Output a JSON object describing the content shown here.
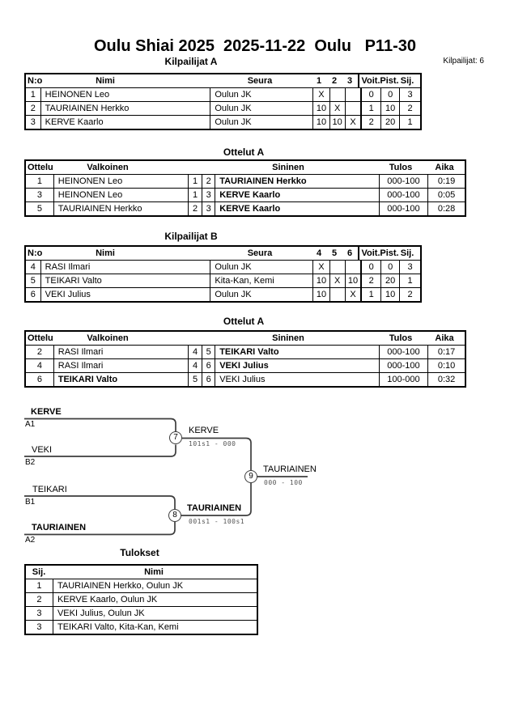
{
  "page": {
    "title": "Oulu Shiai 2025  2025-11-22  Oulu   P11-30",
    "participants_label": "Kilpailijat: 6"
  },
  "colors": {
    "bracket_line": "#3d3d3d",
    "score_text": "#555555",
    "border": "#000000"
  },
  "kilpailijat_a": {
    "title": "Kilpailijat A",
    "headers": [
      "N:o",
      "Nimi",
      "Seura",
      "1",
      "2",
      "3",
      "Voit.",
      "Pist.",
      "Sij."
    ],
    "rows": [
      [
        "1",
        "HEINONEN Leo",
        "Oulun JK",
        "X",
        "",
        "",
        "0",
        "0",
        "3"
      ],
      [
        "2",
        "TAURIAINEN Herkko",
        "Oulun JK",
        "10",
        "X",
        "",
        "1",
        "10",
        "2"
      ],
      [
        "3",
        "KERVE Kaarlo",
        "Oulun JK",
        "10",
        "10",
        "X",
        "2",
        "20",
        "1"
      ]
    ]
  },
  "ottelut_a1": {
    "title": "Ottelut A",
    "headers": [
      "Ottelu",
      "Valkoinen",
      "Sininen",
      "Tulos",
      "Aika"
    ],
    "rows": [
      [
        "1",
        "HEINONEN Leo",
        "1",
        "2",
        "TAURIAINEN Herkko",
        "000-100",
        "0:19"
      ],
      [
        "3",
        "HEINONEN Leo",
        "1",
        "3",
        "KERVE Kaarlo",
        "000-100",
        "0:05"
      ],
      [
        "5",
        "TAURIAINEN Herkko",
        "2",
        "3",
        "KERVE Kaarlo",
        "000-100",
        "0:28"
      ]
    ]
  },
  "kilpailijat_b": {
    "title": "Kilpailijat B",
    "headers": [
      "N:o",
      "Nimi",
      "Seura",
      "4",
      "5",
      "6",
      "Voit.",
      "Pist.",
      "Sij."
    ],
    "rows": [
      [
        "4",
        "RASI Ilmari",
        "Oulun JK",
        "X",
        "",
        "",
        "0",
        "0",
        "3"
      ],
      [
        "5",
        "TEIKARI Valto",
        "Kita-Kan, Kemi",
        "10",
        "X",
        "10",
        "2",
        "20",
        "1"
      ],
      [
        "6",
        "VEKI Julius",
        "Oulun JK",
        "10",
        "",
        "X",
        "1",
        "10",
        "2"
      ]
    ]
  },
  "ottelut_a2": {
    "title": "Ottelut A",
    "headers": [
      "Ottelu",
      "Valkoinen",
      "Sininen",
      "Tulos",
      "Aika"
    ],
    "rows": [
      [
        "2",
        "RASI Ilmari",
        "4",
        "5",
        "TEIKARI Valto",
        "000-100",
        "0:17"
      ],
      [
        "4",
        "RASI Ilmari",
        "4",
        "6",
        "VEKI Julius",
        "000-100",
        "0:10"
      ],
      [
        "6",
        "TEIKARI Valto",
        "5",
        "6",
        "VEKI Julius",
        "100-000",
        "0:32"
      ]
    ]
  },
  "bracket": {
    "slots": [
      {
        "name": "KERVE",
        "code": "A1"
      },
      {
        "name": "VEKI",
        "code": "B2"
      },
      {
        "name": "TEIKARI",
        "code": "B1"
      },
      {
        "name": "TAURIAINEN",
        "code": "A2"
      }
    ],
    "matches": [
      {
        "number": "7",
        "winner": "KERVE",
        "score": "101s1 - 000"
      },
      {
        "number": "8",
        "winner": "TAURIAINEN",
        "score": "001s1 - 100s1"
      },
      {
        "number": "9",
        "winner": "TAURIAINEN",
        "score": "000 - 100"
      }
    ]
  },
  "tulokset": {
    "title": "Tulokset",
    "headers": [
      "Sij.",
      "Nimi"
    ],
    "rows": [
      [
        "1",
        "TAURIAINEN Herkko, Oulun JK"
      ],
      [
        "2",
        "KERVE Kaarlo, Oulun JK"
      ],
      [
        "3",
        "VEKI Julius, Oulun JK"
      ],
      [
        "3",
        "TEIKARI Valto, Kita-Kan, Kemi"
      ]
    ]
  }
}
